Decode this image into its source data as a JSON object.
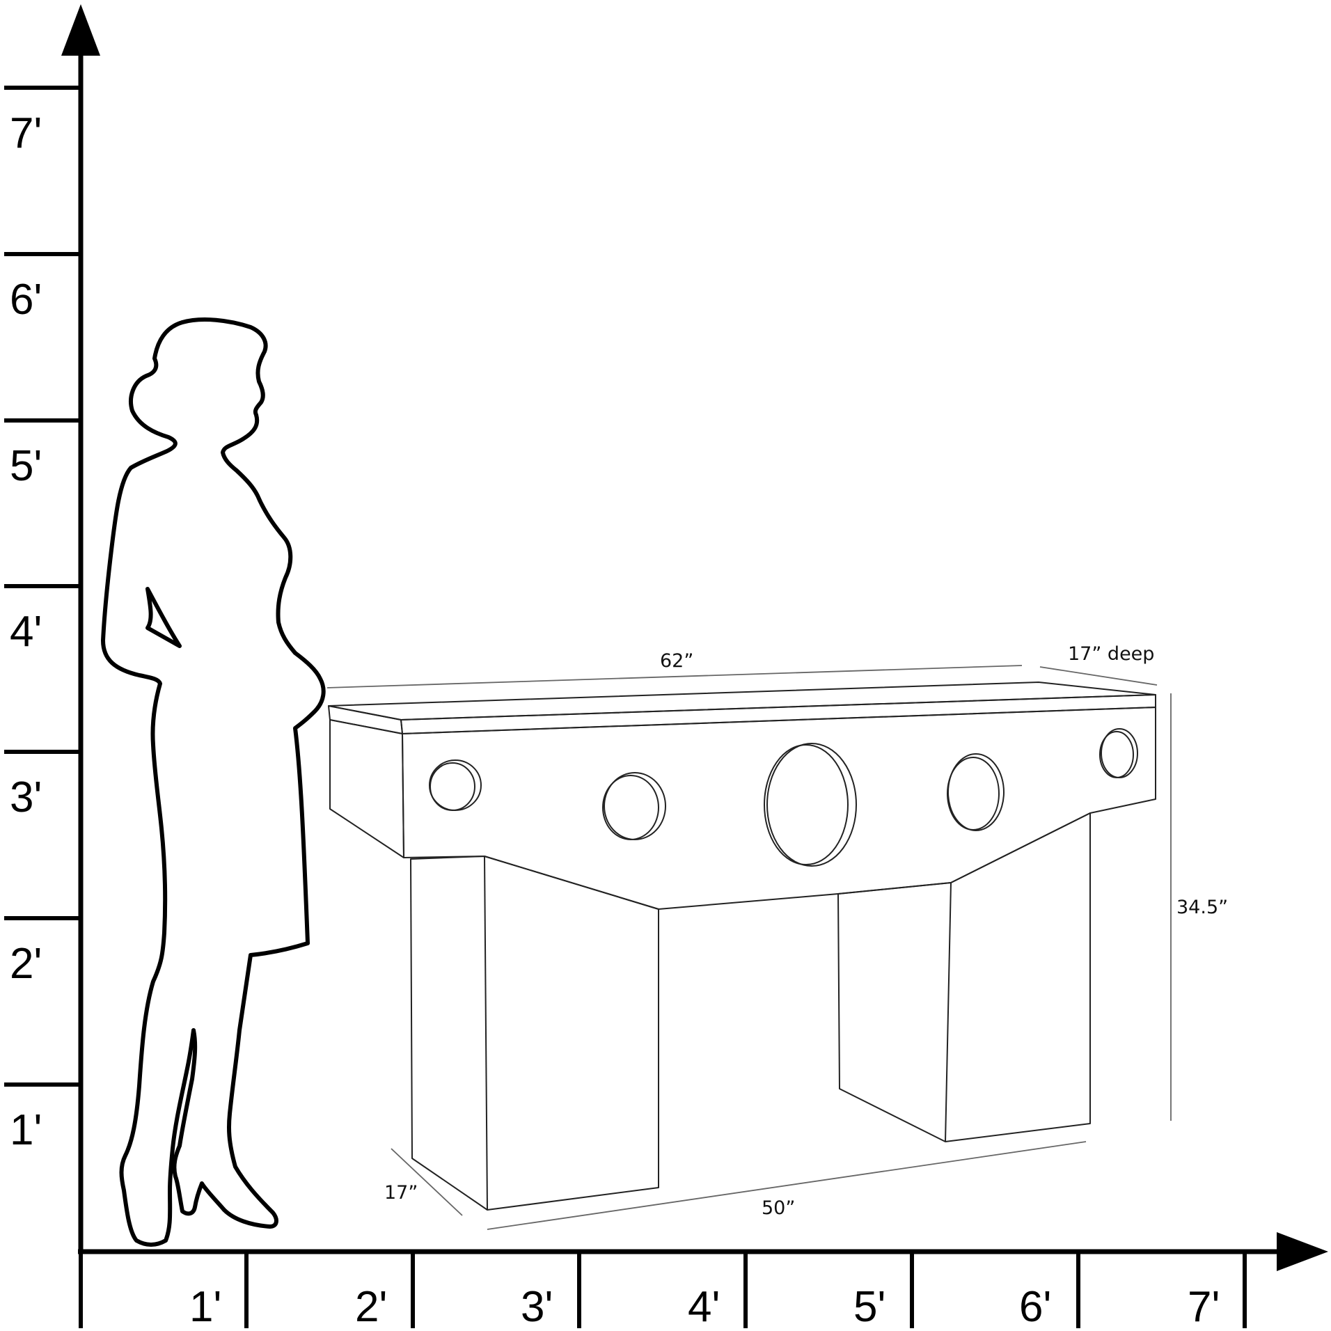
{
  "scale_diagram": {
    "vertical_axis": {
      "ticks": [
        "1'",
        "2'",
        "3'",
        "4'",
        "5'",
        "6'",
        "7'"
      ]
    },
    "horizontal_axis": {
      "ticks": [
        "1'",
        "2'",
        "3'",
        "4'",
        "5'",
        "6'",
        "7'"
      ]
    },
    "dimensions": {
      "width_top": "62”",
      "depth_top": "17” deep",
      "height": "34.5”",
      "depth_base": "17”",
      "width_base": "50”"
    },
    "colors": {
      "line": "#000000",
      "drawing": "#222222",
      "dimension": "#555555",
      "background": "#ffffff"
    }
  }
}
